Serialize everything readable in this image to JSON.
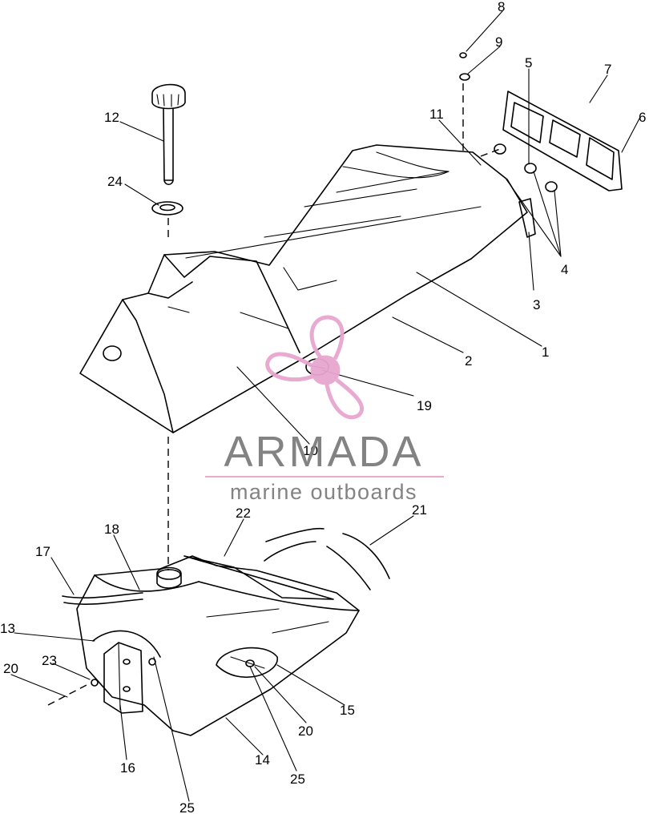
{
  "diagram": {
    "callouts": {
      "c1": "1",
      "c2": "2",
      "c3": "3",
      "c4": "4",
      "c5": "5",
      "c6": "6",
      "c7": "7",
      "c8": "8",
      "c9": "9",
      "c10": "10",
      "c11": "11",
      "c12": "12",
      "c13": "13",
      "c14": "14",
      "c15": "15",
      "c16": "16",
      "c17": "17",
      "c18": "18",
      "c19": "19",
      "c20a": "20",
      "c20b": "20",
      "c21": "21",
      "c22": "22",
      "c23": "23",
      "c24": "24",
      "c25a": "25",
      "c25b": "25"
    }
  },
  "watermark": {
    "brand": "ARMADA",
    "tagline": "marine outboards",
    "colors": {
      "logo": "#e8a6cf",
      "text": "#7d7d7d"
    }
  },
  "colors": {
    "ink": "#000000",
    "background": "#ffffff"
  }
}
